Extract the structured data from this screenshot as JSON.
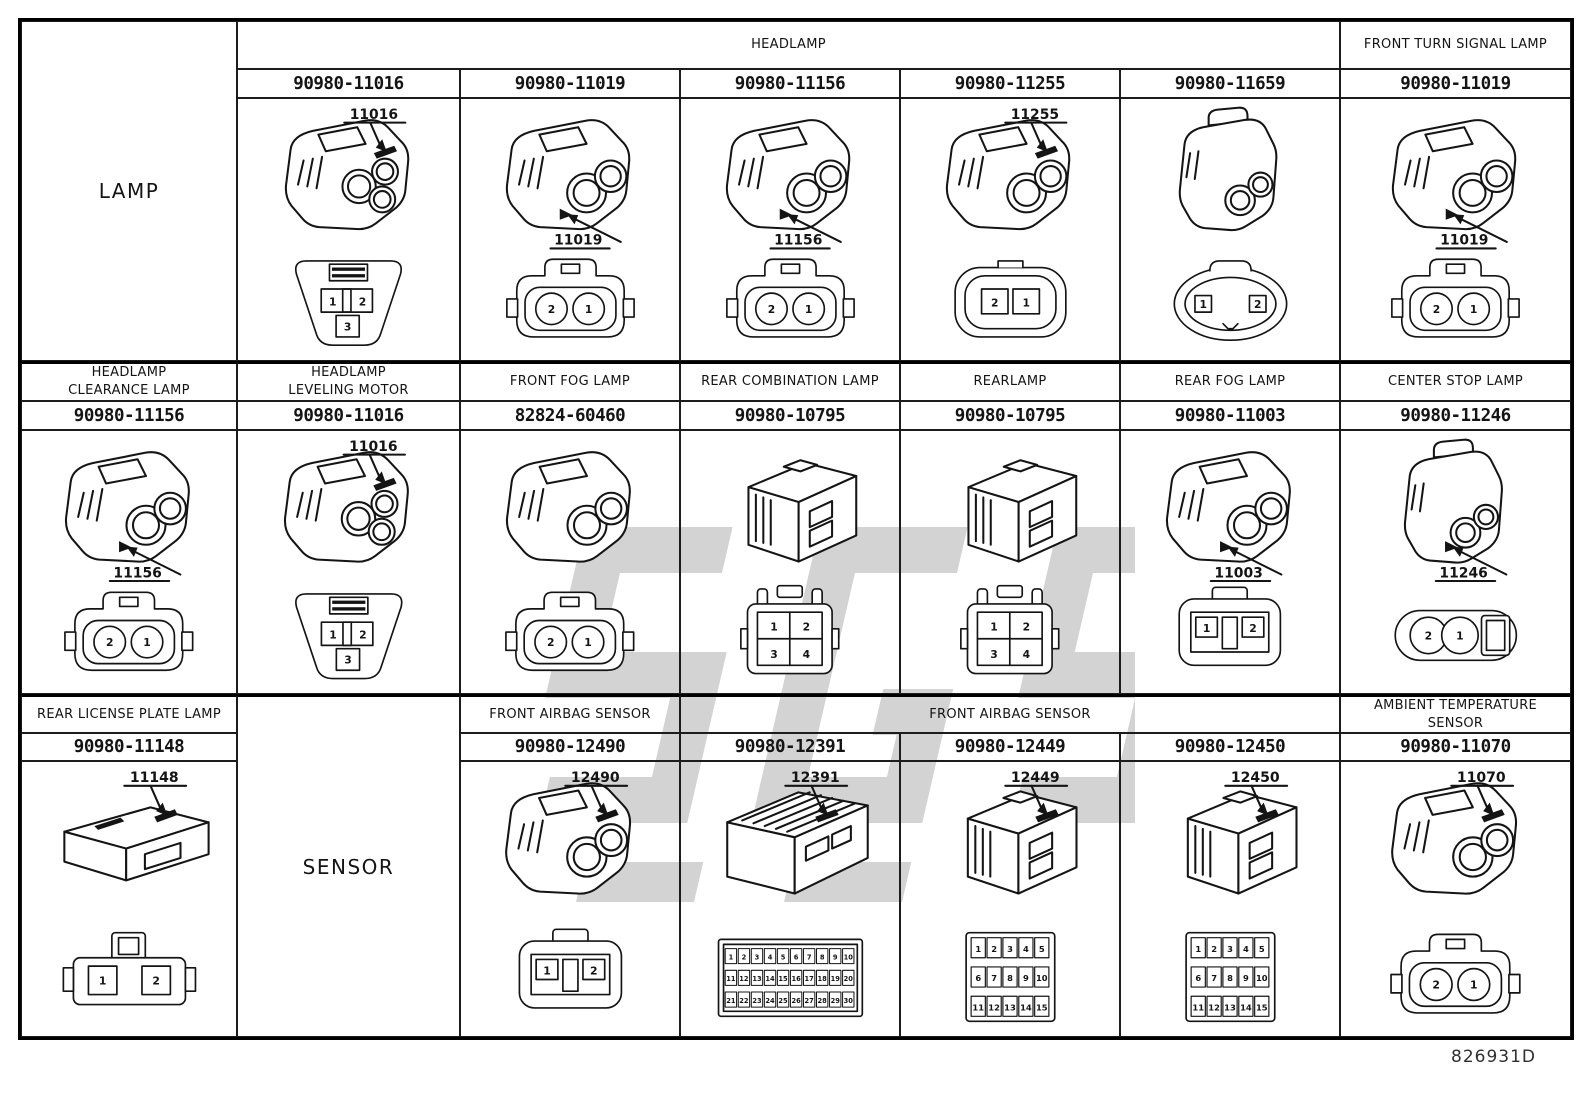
{
  "doc": {
    "footer_id": "826931D"
  },
  "colors": {
    "line": "#141414",
    "watermark": "#c9c9c9"
  },
  "bands": [
    {
      "side_label": {
        "text": "LAMP",
        "col": 1
      },
      "headers": [
        {
          "text": "HEADLAMP",
          "col": 2,
          "span": 5
        },
        {
          "text": "FRONT TURN SIGNAL LAMP",
          "col": 7,
          "span": 1
        }
      ],
      "cells": [
        {
          "col": 2,
          "part": "90980-11016",
          "callout": "11016",
          "callout_pos": "above",
          "iso": "round3",
          "face": "tri3",
          "pins": [
            "1",
            "2",
            "3"
          ]
        },
        {
          "col": 3,
          "part": "90980-11019",
          "callout": "11019",
          "callout_pos": "below",
          "iso": "round2",
          "face": "circle2",
          "pins": [
            "2",
            "1"
          ]
        },
        {
          "col": 4,
          "part": "90980-11156",
          "callout": "11156",
          "callout_pos": "below",
          "iso": "round2",
          "face": "circle2",
          "pins": [
            "2",
            "1"
          ]
        },
        {
          "col": 5,
          "part": "90980-11255",
          "callout": "11255",
          "callout_pos": "above",
          "iso": "round2",
          "face": "ovalrect2",
          "pins": [
            "2",
            "1"
          ]
        },
        {
          "col": 6,
          "part": "90980-11659",
          "callout": "",
          "callout_pos": "none",
          "iso": "tall2",
          "face": "ovalsmall2",
          "pins": [
            "1",
            "2"
          ]
        },
        {
          "col": 7,
          "part": "90980-11019",
          "callout": "11019",
          "callout_pos": "below",
          "iso": "round2",
          "face": "circle2",
          "pins": [
            "2",
            "1"
          ]
        }
      ]
    },
    {
      "headers": [
        {
          "text": "HEADLAMP\nCLEARANCE LAMP",
          "col": 1,
          "span": 1
        },
        {
          "text": "HEADLAMP\nLEVELING MOTOR",
          "col": 2,
          "span": 1
        },
        {
          "text": "FRONT FOG LAMP",
          "col": 3,
          "span": 1
        },
        {
          "text": "REAR COMBINATION LAMP",
          "col": 4,
          "span": 1
        },
        {
          "text": "REARLAMP",
          "col": 5,
          "span": 1
        },
        {
          "text": "REAR FOG LAMP",
          "col": 6,
          "span": 1
        },
        {
          "text": "CENTER STOP LAMP",
          "col": 7,
          "span": 1
        }
      ],
      "cells": [
        {
          "col": 1,
          "part": "90980-11156",
          "callout": "11156",
          "callout_pos": "below",
          "iso": "round2",
          "face": "circle2",
          "pins": [
            "2",
            "1"
          ]
        },
        {
          "col": 2,
          "part": "90980-11016",
          "callout": "11016",
          "callout_pos": "above",
          "iso": "round3",
          "face": "tri3",
          "pins": [
            "1",
            "2",
            "3"
          ]
        },
        {
          "col": 3,
          "part": "82824-60460",
          "callout": "",
          "callout_pos": "none",
          "iso": "round2",
          "face": "circle2",
          "pins": [
            "2",
            "1"
          ]
        },
        {
          "col": 4,
          "part": "90980-10795",
          "callout": "",
          "callout_pos": "none",
          "iso": "box",
          "face": "grid4",
          "pins": [
            "1",
            "2",
            "3",
            "4"
          ]
        },
        {
          "col": 5,
          "part": "90980-10795",
          "callout": "",
          "callout_pos": "none",
          "iso": "box",
          "face": "grid4",
          "pins": [
            "1",
            "2",
            "3",
            "4"
          ]
        },
        {
          "col": 6,
          "part": "90980-11003",
          "callout": "11003",
          "callout_pos": "below",
          "iso": "round2",
          "face": "rect2",
          "pins": [
            "1",
            "2"
          ]
        },
        {
          "col": 7,
          "part": "90980-11246",
          "callout": "11246",
          "callout_pos": "below",
          "iso": "tall2",
          "face": "dbl2",
          "pins": [
            "2",
            "1"
          ]
        }
      ]
    },
    {
      "side_label": {
        "text": "SENSOR",
        "col": 2
      },
      "headers": [
        {
          "text": "REAR LICENSE PLATE LAMP",
          "col": 1,
          "span": 1
        },
        {
          "text": "FRONT AIRBAG SENSOR",
          "col": 3,
          "span": 1
        },
        {
          "text": "FRONT AIRBAG SENSOR",
          "col": 4,
          "span": 3
        },
        {
          "text": "AMBIENT TEMPERATURE\nSENSOR",
          "col": 7,
          "span": 1
        }
      ],
      "cells": [
        {
          "col": 1,
          "part": "90980-11148",
          "callout": "11148",
          "callout_pos": "above",
          "iso": "flat",
          "face": "lp2",
          "pins": [
            "1",
            "2"
          ]
        },
        {
          "col": 3,
          "part": "90980-12490",
          "callout": "12490",
          "callout_pos": "above",
          "iso": "round2",
          "face": "rect2",
          "pins": [
            "1",
            "2"
          ]
        },
        {
          "col": 4,
          "part": "90980-12391",
          "callout": "12391",
          "callout_pos": "above",
          "iso": "boxwide",
          "face": "grid10",
          "pins": [
            "1",
            "2",
            "3",
            "4",
            "5",
            "6",
            "7",
            "8",
            "9",
            "10",
            "11",
            "12",
            "13",
            "14",
            "15",
            "16",
            "17",
            "18",
            "19",
            "20",
            "21",
            "22",
            "23",
            "24",
            "25",
            "26",
            "27",
            "28",
            "29",
            "30"
          ]
        },
        {
          "col": 5,
          "part": "90980-12449",
          "callout": "12449",
          "callout_pos": "above",
          "iso": "box",
          "face": "grid5",
          "pins": [
            "1",
            "2",
            "3",
            "4",
            "5",
            "6",
            "7",
            "8",
            "9",
            "10",
            "11",
            "12",
            "13",
            "14",
            "15"
          ]
        },
        {
          "col": 6,
          "part": "90980-12450",
          "callout": "12450",
          "callout_pos": "above",
          "iso": "box",
          "face": "grid5",
          "pins": [
            "1",
            "2",
            "3",
            "4",
            "5",
            "6",
            "7",
            "8",
            "9",
            "10",
            "11",
            "12",
            "13",
            "14",
            "15"
          ]
        },
        {
          "col": 7,
          "part": "90980-11070",
          "callout": "11070",
          "callout_pos": "above",
          "iso": "round2",
          "face": "circle2",
          "pins": [
            "2",
            "1"
          ]
        }
      ]
    }
  ]
}
